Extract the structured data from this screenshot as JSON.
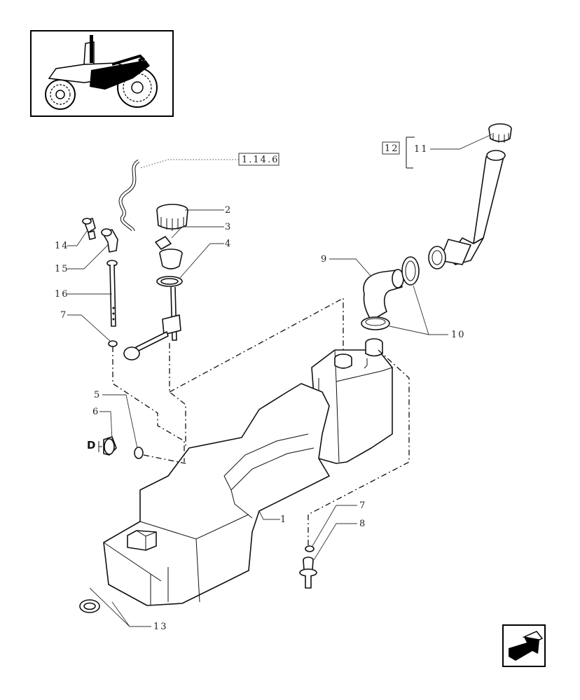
{
  "reference_boxes": {
    "ref_a": "1.14.6",
    "ref_b": "12"
  },
  "callouts": {
    "c1": "1",
    "c2": "2",
    "c3": "3",
    "c4": "4",
    "c5": "5",
    "c6": "6",
    "c7a": "7",
    "c7b": "7",
    "c8": "8",
    "c9": "9",
    "c10": "10",
    "c11": "11",
    "c13": "13",
    "c14": "14",
    "c15": "15",
    "c16": "16"
  },
  "detail_marker": "D",
  "icons": {
    "thumbnail": "tractor-location-icon",
    "navigation": "back-arrow-icon"
  },
  "colors": {
    "ink": "#111111",
    "paper": "#ffffff"
  }
}
